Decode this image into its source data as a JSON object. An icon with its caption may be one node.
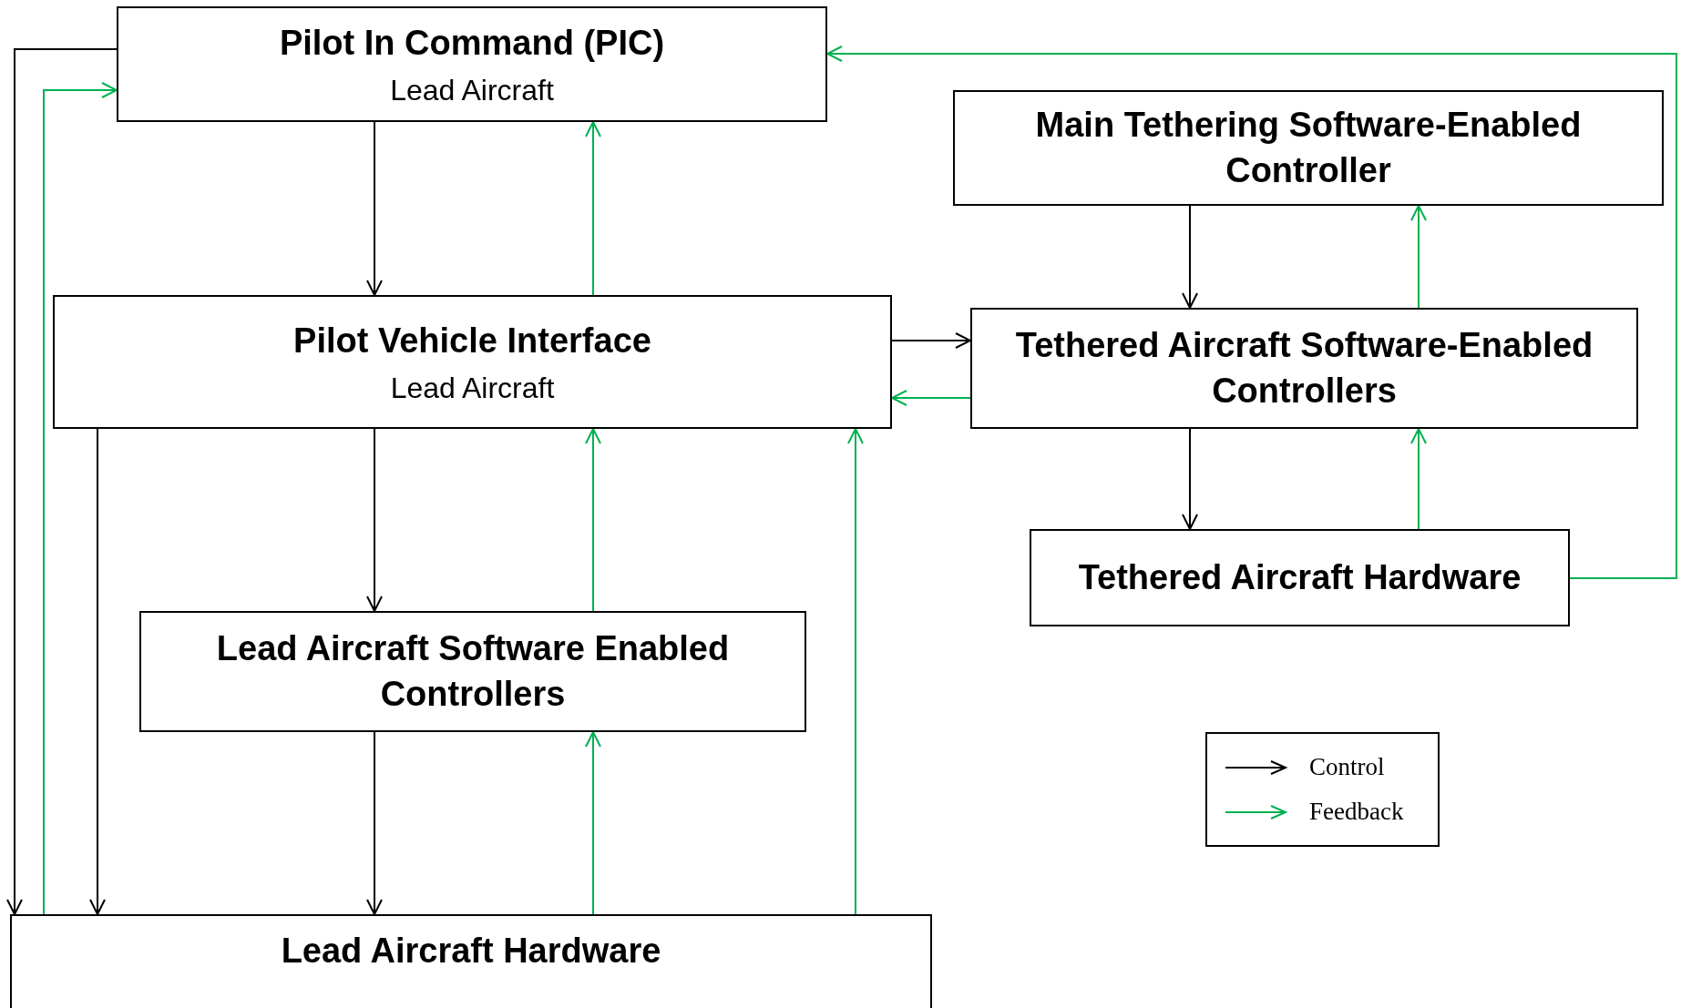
{
  "diagram": {
    "nodes": [
      {
        "text": [
          "Pilot In Command (PIC)",
          "Lead Aircraft"
        ]
      },
      {
        "text": [
          "Main Tethering Software-Enabled Controller"
        ]
      },
      {
        "text": [
          "Pilot Vehicle Interface",
          "Lead Aircraft"
        ]
      },
      {
        "text": [
          "Tethered Aircraft Software-Enabled Controllers"
        ]
      },
      {
        "text": [
          "Tethered Aircraft Hardware"
        ]
      },
      {
        "text": [
          "Lead Aircraft Software Enabled Controllers"
        ]
      },
      {
        "text": [
          "Lead Aircraft Hardware"
        ]
      }
    ],
    "edges": [
      {
        "from": 0,
        "to": 2,
        "arrow": "to",
        "color": "#000000"
      },
      {
        "from": 2,
        "to": 0,
        "arrow": "to"
      },
      {
        "from": 0,
        "to": 6,
        "arrow": "to",
        "color": "#000000"
      },
      {
        "from": 6,
        "to": 0,
        "arrow": "to"
      },
      {
        "from": 2,
        "to": 5,
        "arrow": "to",
        "color": "#000000"
      },
      {
        "from": 5,
        "to": 2,
        "arrow": "to"
      },
      {
        "from": 2,
        "to": 6,
        "arrow": "to",
        "color": "#000000"
      },
      {
        "from": 6,
        "to": 2,
        "arrow": "to"
      },
      {
        "from": 5,
        "to": 6,
        "arrow": "to",
        "color": "#000000"
      },
      {
        "from": 6,
        "to": 5,
        "arrow": "to"
      },
      {
        "from": 2,
        "to": 3,
        "arrow": "to",
        "color": "#000000"
      },
      {
        "from": 3,
        "to": 2,
        "arrow": "to"
      },
      {
        "from": 1,
        "to": 3,
        "arrow": "to",
        "color": "#000000"
      },
      {
        "from": 3,
        "to": 1,
        "arrow": "to"
      },
      {
        "from": 3,
        "to": 4,
        "arrow": "to",
        "color": "#000000"
      },
      {
        "from": 4,
        "to": 3,
        "arrow": "to"
      },
      {
        "from": 4,
        "to": 0,
        "arrow": "to"
      }
    ],
    "legend": [
      {
        "text": "Control"
      },
      {
        "text": "Feedback"
      }
    ]
  }
}
